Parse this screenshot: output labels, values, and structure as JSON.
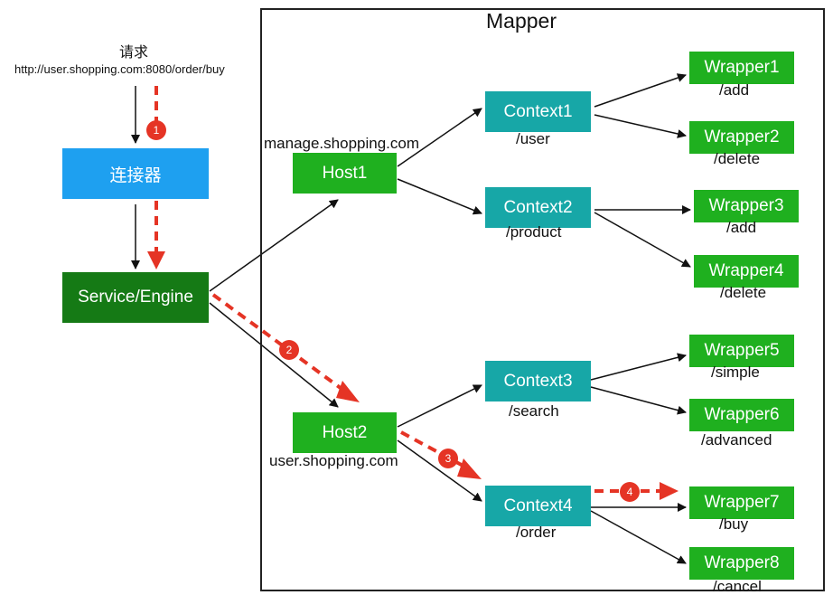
{
  "request": {
    "label": "请求",
    "url": "http://user.shopping.com:8080/order/buy"
  },
  "mapper": {
    "title": "Mapper"
  },
  "connector": {
    "label": "连接器"
  },
  "engine": {
    "label": "Service/Engine"
  },
  "hosts": [
    {
      "label": "Host1",
      "domain": "manage.shopping.com"
    },
    {
      "label": "Host2",
      "domain": "user.shopping.com"
    }
  ],
  "contexts": [
    {
      "label": "Context1",
      "path": "/user"
    },
    {
      "label": "Context2",
      "path": "/product"
    },
    {
      "label": "Context3",
      "path": "/search"
    },
    {
      "label": "Context4",
      "path": "/order"
    }
  ],
  "wrappers": [
    {
      "label": "Wrapper1",
      "path": "/add"
    },
    {
      "label": "Wrapper2",
      "path": "/delete"
    },
    {
      "label": "Wrapper3",
      "path": "/add"
    },
    {
      "label": "Wrapper4",
      "path": "/delete"
    },
    {
      "label": "Wrapper5",
      "path": "/simple"
    },
    {
      "label": "Wrapper6",
      "path": "/advanced"
    },
    {
      "label": "Wrapper7",
      "path": "/buy"
    },
    {
      "label": "Wrapper8",
      "path": "/cancel"
    }
  ],
  "steps": [
    "1",
    "2",
    "3",
    "4"
  ],
  "colors": {
    "host_wrapper": "#1fb01f",
    "engine": "#157a15",
    "context": "#17a7a7",
    "connector": "#1ea0f0",
    "request_path": "#e53425"
  }
}
